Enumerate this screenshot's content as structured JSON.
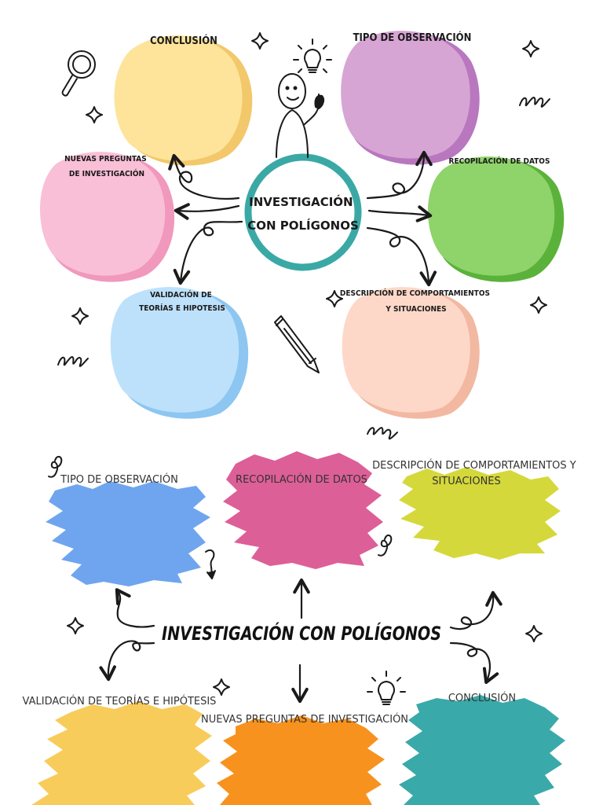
{
  "top_map": {
    "center": {
      "line1": "INVESTIGACIÓN",
      "line2": "CON POLÍGONOS",
      "ring_color": "#3aa9a5"
    },
    "bubbles": [
      {
        "id": "conclusion",
        "label_lines": [
          "CONCLUSIÓN"
        ],
        "color": "#fde49a",
        "shadow": "#f2c86a"
      },
      {
        "id": "tipo",
        "label_lines": [
          "TIPO DE OBSERVACIÓN"
        ],
        "color": "#d6a5d4",
        "shadow": "#b877bf"
      },
      {
        "id": "nuevas",
        "label_lines": [
          "NUEVAS PREGUNTAS",
          "DE INVESTIGACIÓN"
        ],
        "color": "#f9bfd6",
        "shadow": "#f198bd"
      },
      {
        "id": "recopilacion",
        "label_lines": [
          "RECOPILACIÓN DE DATOS"
        ],
        "color": "#8fd36b",
        "shadow": "#5ab23a"
      },
      {
        "id": "validacion",
        "label_lines": [
          "VALIDACIÓN DE",
          "TEORÍAS E HIPOTESIS"
        ],
        "color": "#bde1fb",
        "shadow": "#8cc6f1"
      },
      {
        "id": "descripcion",
        "label_lines": [
          "DESCRIPCIÓN DE COMPORTAMIENTOS",
          "Y SITUACIONES"
        ],
        "color": "#fdd8c8",
        "shadow": "#f2b8a1"
      }
    ]
  },
  "bottom_map": {
    "title": "INVESTIGACIÓN CON POLÍGONOS",
    "splashes": [
      {
        "id": "tipo",
        "label": "TIPO DE OBSERVACIÓN",
        "color": "#6fa5ee"
      },
      {
        "id": "recopilacion",
        "label": "RECOPILACIÓN DE DATOS",
        "color": "#dd5f97"
      },
      {
        "id": "descripcion",
        "label_lines": [
          "DESCRIPCIÓN DE COMPORTAMIENTOS Y",
          "SITUACIONES"
        ],
        "color": "#d5d83a"
      },
      {
        "id": "validacion",
        "label": "VALIDACIÓN DE TEORÍAS E HIPÓTESIS",
        "color": "#f8cc5a"
      },
      {
        "id": "nuevas",
        "label": "NUEVAS PREGUNTAS DE INVESTIGACIÓN",
        "color": "#f7921e"
      },
      {
        "id": "conclusion",
        "label": "CONCLUSIÓN",
        "color": "#3aa9a9"
      }
    ]
  },
  "icons": [
    "magnifier-icon",
    "sparkle-icon",
    "lightbulb-icon",
    "person-icon",
    "pencil-icon",
    "swirl-icon"
  ]
}
